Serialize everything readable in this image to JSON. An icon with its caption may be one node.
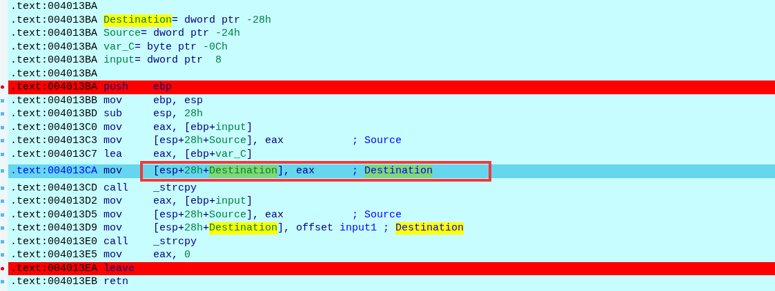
{
  "diagram": {
    "nodes": [
      {
        "text": [],
        "shape": "box"
      }
    ],
    "edges": [],
    "labels": [
      ".text:004013BA",
      ".text:004013BA",
      "Destination",
      "= dword ptr",
      "-28h",
      ".text:004013BA",
      "Source",
      "= dword ptr",
      "-24h",
      ".text:004013BA",
      "var_C",
      "= byte ptr",
      "-0Ch",
      ".text:004013BA",
      "input",
      "= dword ptr",
      "8",
      ".text:004013BA",
      ".text:004013BA",
      "push",
      "ebp",
      ".text:004013BB",
      "mov",
      "ebp, esp",
      ".text:004013BD",
      "sub",
      "esp,",
      "28h",
      ".text:004013C0",
      "mov",
      "eax, [ebp+",
      "input",
      "]",
      ".text:004013C3",
      "mov",
      "[esp+",
      "28h",
      "+",
      "Source",
      "], eax",
      "; Source",
      ".text:004013C7",
      "lea",
      "eax, [ebp+",
      "var_C",
      "]",
      ".text:004013CA",
      "mov",
      "[esp+",
      "28h",
      "+",
      "Destination",
      "], eax",
      ";",
      "Destination",
      ".text:004013CD",
      "call",
      "_strcpy",
      ".text:004013D2",
      "mov",
      "eax, [ebp+",
      "input",
      "]",
      ".text:004013D5",
      "mov",
      "[esp+",
      "28h",
      "+",
      "Source",
      "], eax",
      "; Source",
      ".text:004013D9",
      "mov",
      "[esp+",
      "28h",
      "+",
      "Destination",
      "], offset",
      "input1",
      ";",
      "Destination",
      ".text:004013E0",
      "call",
      "_strcpy",
      ".text:004013E5",
      "mov",
      "eax,",
      "0",
      ".text:004013EA",
      "leave",
      ".text:004013EB",
      "retn"
    ]
  }
}
